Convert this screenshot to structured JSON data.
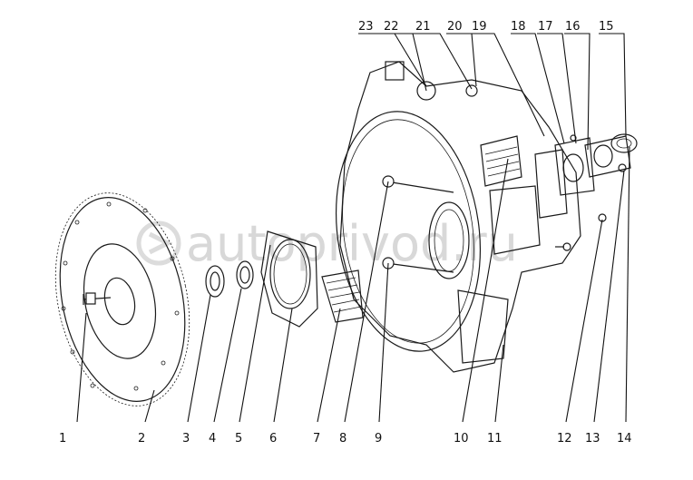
{
  "watermark": "autoprivod.ru",
  "bottom_labels": [
    "1",
    "2",
    "3",
    "4",
    "5",
    "6",
    "7",
    "8",
    "9",
    "10",
    "11",
    "12",
    "13",
    "14"
  ],
  "top_labels": [
    "23",
    "22",
    "21",
    "20",
    "19",
    "18",
    "17",
    "16",
    "15"
  ]
}
